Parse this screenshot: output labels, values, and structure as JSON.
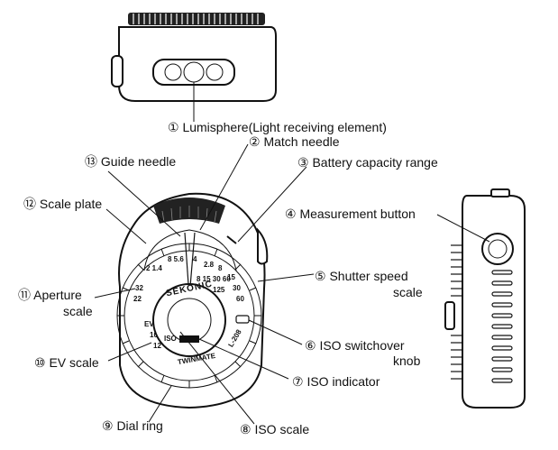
{
  "labels": {
    "lumisphere": "① Lumisphere(Light receiving element)",
    "match_needle": "② Match needle",
    "battery_range": "③ Battery capacity range",
    "measurement_button": "④ Measurement button",
    "shutter_speed_1": "⑤ Shutter speed",
    "shutter_speed_2": "scale",
    "iso_switch_1": "⑥ ISO switchover",
    "iso_switch_2": "knob",
    "iso_indicator": "⑦ ISO indicator",
    "iso_scale": "⑧ ISO scale",
    "dial_ring": "⑨ Dial ring",
    "ev_scale": "⑩ EV scale",
    "aperture_1": "⑪ Aperture",
    "aperture_2": "scale",
    "scale_plate": "⑫ Scale plate",
    "guide_needle": "⑬ Guide needle"
  },
  "device": {
    "brand": "SEKONIC",
    "model": "TWINMATE",
    "model_number": "L-208",
    "iso_mark": "ISO"
  }
}
